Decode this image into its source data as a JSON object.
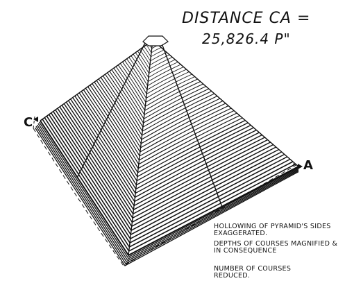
{
  "title": {
    "line1": "DISTANCE CA =",
    "line2": "25,826.4 P\""
  },
  "corner_labels": {
    "c": "C",
    "a": "A"
  },
  "notes": [
    "HOLLOWING OF PYRAMID'S SIDES EXAGGERATED.",
    "DEPTHS OF COURSES MAGNIFIED & IN CONSEQUENCE",
    "NUMBER OF COURSES REDUCED."
  ],
  "style": {
    "ink_color": "#111111",
    "background": "#ffffff"
  }
}
